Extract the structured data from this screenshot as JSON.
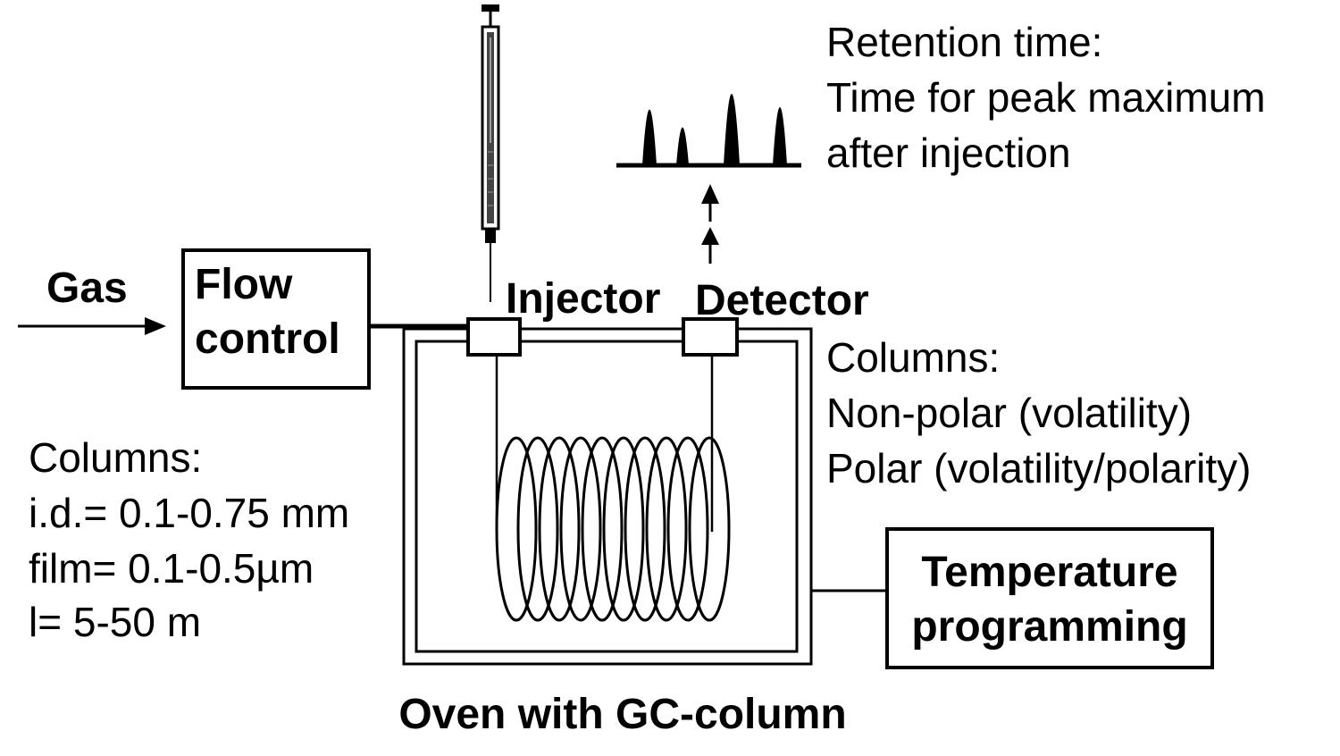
{
  "labels": {
    "gas": "Gas",
    "flow_control": [
      "Flow",
      "control"
    ],
    "injector": "Injector",
    "detector": "Detector",
    "oven": "Oven with GC-column",
    "temperature_programming": [
      "Temperature",
      "programming"
    ]
  },
  "retention_note": [
    "Retention time:",
    "Time for peak maximum",
    "after injection"
  ],
  "column_types": [
    "Columns:",
    "Non-polar (volatility)",
    "Polar (volatility/polarity)"
  ],
  "column_specs": [
    "Columns:",
    "i.d.= 0.1-0.75 mm",
    "film= 0.1-0.5µm",
    "l= 5-50 m"
  ]
}
